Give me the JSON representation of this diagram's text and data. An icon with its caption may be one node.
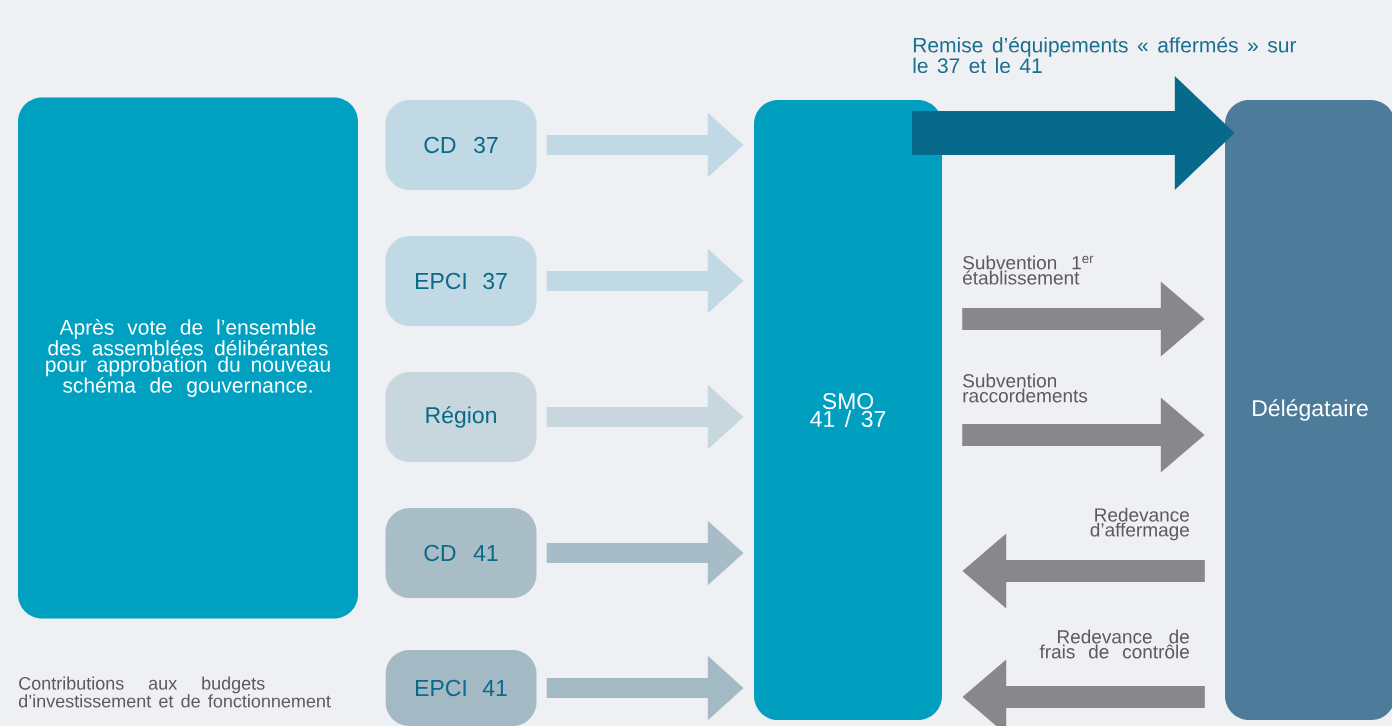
{
  "diagram": {
    "nodes": [
      {
        "text": [
          "Après vote de l’ensemble des assemblées délibérantes pour approbation du nouveau schéma de gouvernance."
        ]
      },
      {
        "text": [
          "CD 37"
        ]
      },
      {
        "text": [
          "EPCI 37"
        ]
      },
      {
        "text": [
          "Région"
        ]
      },
      {
        "text": [
          "CD 41"
        ]
      },
      {
        "text": [
          "EPCI 41"
        ]
      },
      {
        "text": [
          "SMO 41 / 37"
        ]
      },
      {
        "text": [
          "Délégataire"
        ]
      }
    ],
    "edges": [
      {
        "from": 1,
        "to": 6,
        "arrow": "to",
        "color": "#c0d9e5"
      },
      {
        "from": 2,
        "to": 6,
        "arrow": "to",
        "color": "#c0d9e5"
      },
      {
        "from": 3,
        "to": 6,
        "arrow": "to",
        "color": "#c8d6dd"
      },
      {
        "from": 4,
        "to": 6,
        "arrow": "to",
        "color": "#a6bcc6"
      },
      {
        "from": 5,
        "to": 6,
        "arrow": "to",
        "color": "#a3bac4"
      },
      {
        "from": 6,
        "to": 7,
        "arrow": "to",
        "label": "Remise d’équipements « affermés » sur le 37 et le 41",
        "style": "thick",
        "color": "#086a8a"
      },
      {
        "from": 6,
        "to": 7,
        "arrow": "to",
        "label": "Subvention 1$^{er}$ établissement",
        "color": "#87878c"
      },
      {
        "from": 6,
        "to": 7,
        "arrow": "to",
        "label": "Subvention raccordements",
        "color": "#87878c"
      },
      {
        "from": 7,
        "to": 6,
        "arrow": "to",
        "label": "Redevance d’affermage",
        "color": "#87878c"
      },
      {
        "from": 7,
        "to": 6,
        "arrow": "to",
        "label": "Redevance de frais de contrôle",
        "color": "#87878c"
      }
    ],
    "labels": [
      "Contributions aux budgets d’investissement et de fonctionnement"
    ]
  }
}
